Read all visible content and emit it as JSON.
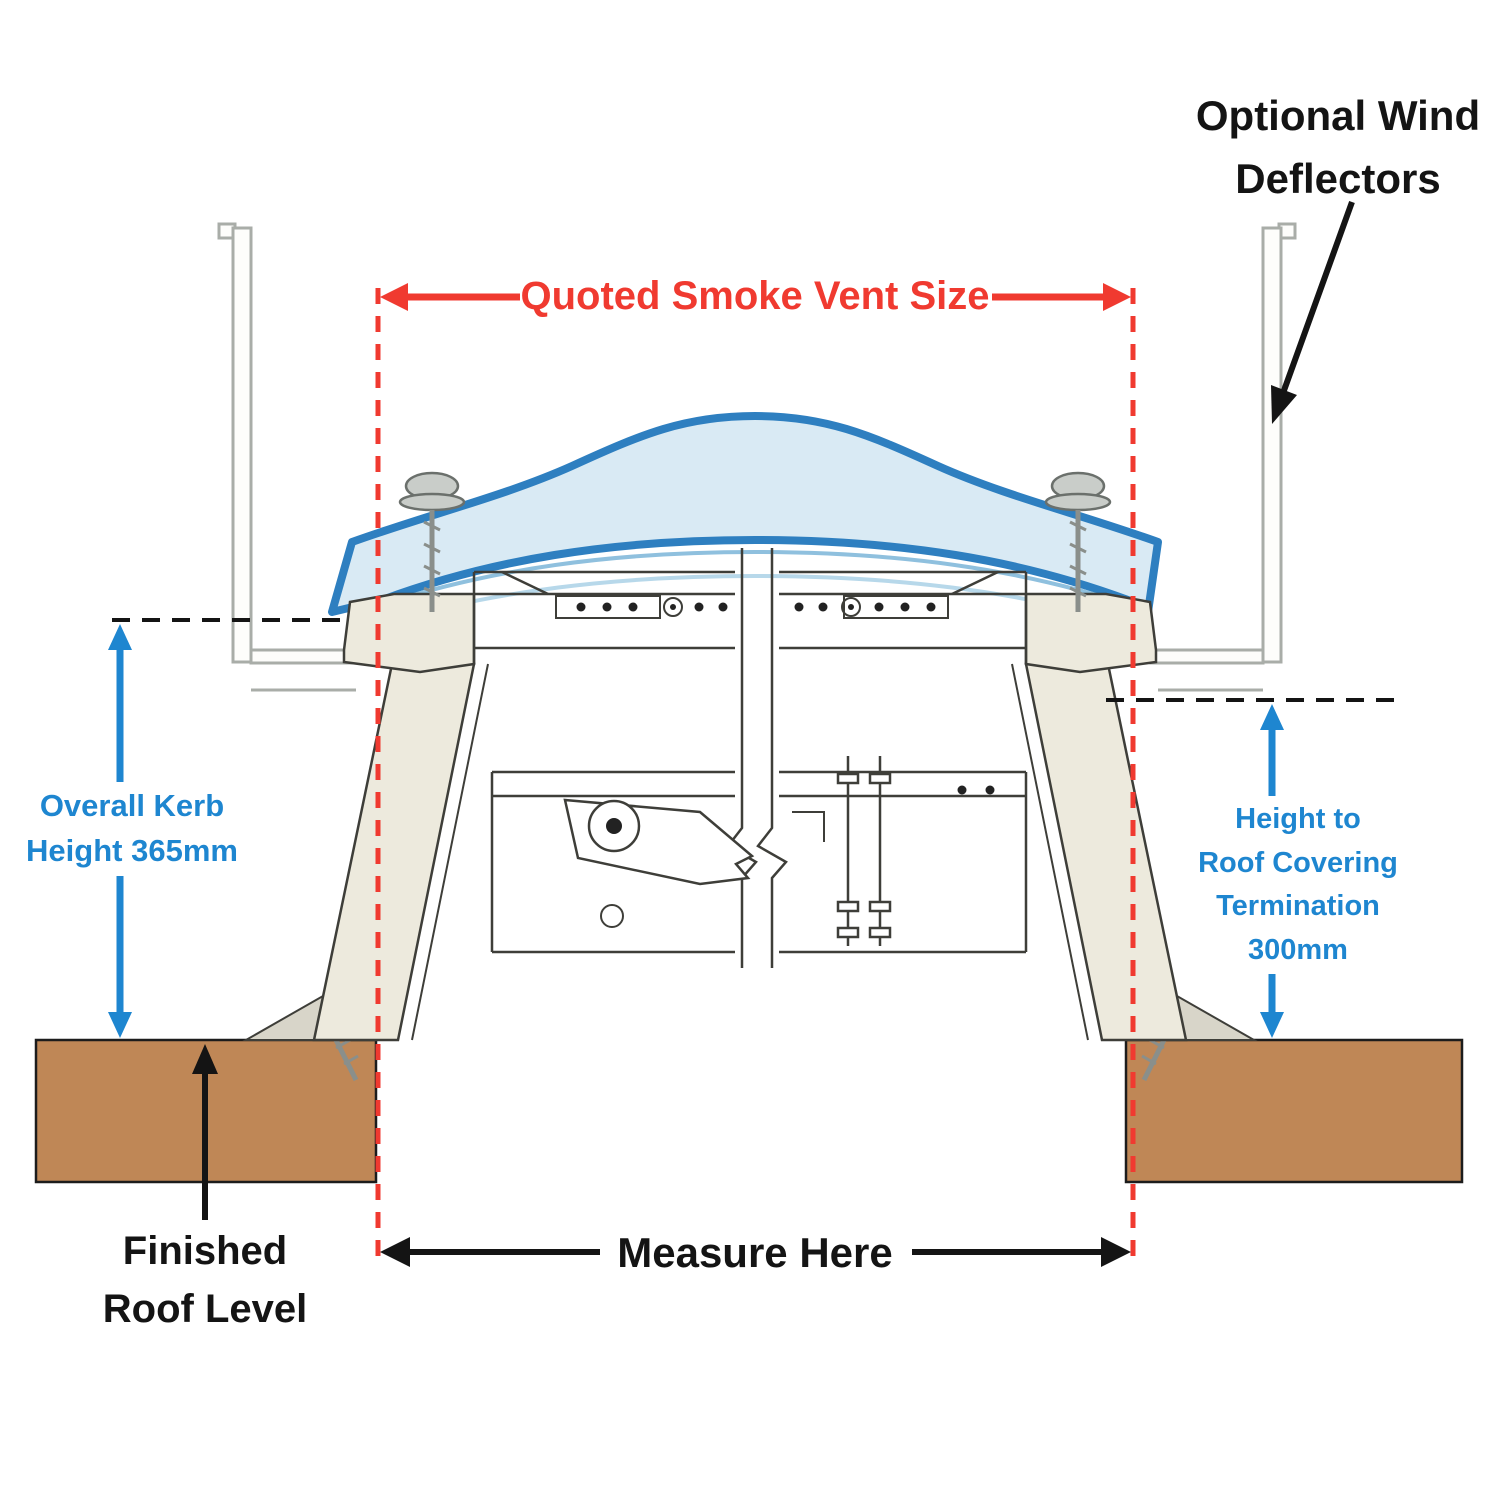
{
  "labels": {
    "wind_deflectors": [
      "Optional Wind",
      "Deflectors"
    ],
    "quoted_size": "Quoted Smoke Vent Size",
    "kerb_height": [
      "Overall Kerb",
      "Height 365mm"
    ],
    "roof_termination": [
      "Height to",
      "Roof Covering",
      "Termination",
      "300mm"
    ],
    "finished_roof": [
      "Finished",
      "Roof Level"
    ],
    "measure_here": "Measure Here"
  },
  "measurements": {
    "overall_kerb_height": "365mm",
    "height_to_roof_covering_termination": "300mm"
  },
  "colors": {
    "annotation_red": "#f03a30",
    "annotation_blue": "#1e86d0",
    "annotation_black": "#141414",
    "roof_brown": "#bf8756",
    "dome_blue": "#2e7fc0",
    "glazing_blue": "#d9eaf4",
    "kerb_cream": "#edeadd",
    "flashing_grey": "#d8d5c9",
    "drawing_line": "#3e3e39"
  }
}
